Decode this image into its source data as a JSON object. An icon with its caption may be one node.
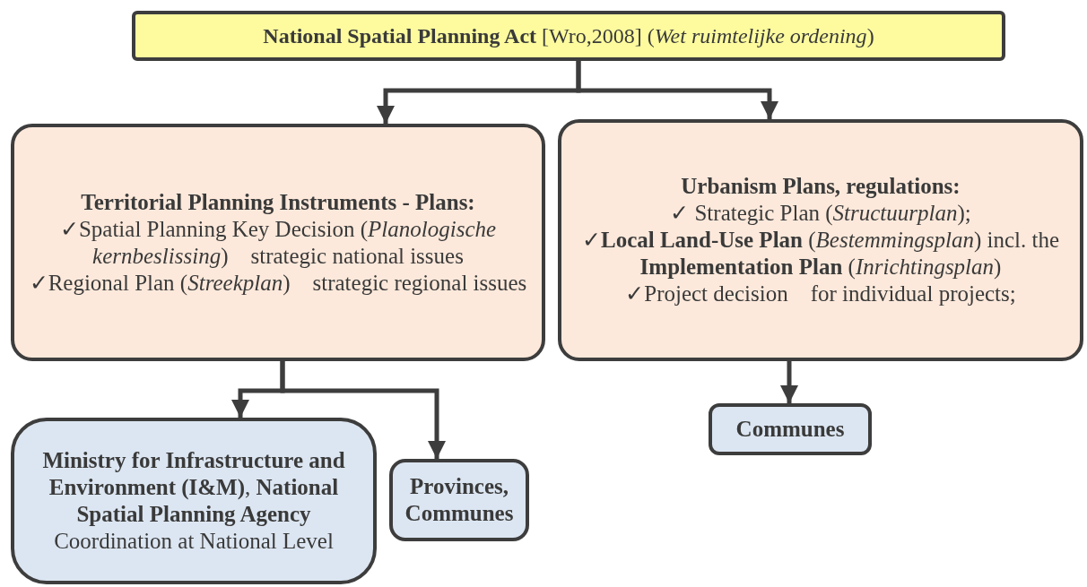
{
  "diagram": {
    "nodes": [
      {
        "text": [
          "**National Spatial Planning Act** [Wro,2008] (*Wet ruimtelijke ordening*)"
        ]
      },
      {
        "text": [
          "Territorial Planning Instruments - Plans:",
          "✓Spatial Planning Key Decision (*Planologische kernbeslissing*)    strategic national issues",
          "✓Regional Plan (*Streekplan*)    strategic regional issues"
        ]
      },
      {
        "text": [
          "Urbanism Plans, regulations:",
          "✓ Strategic Plan (*Structuurplan*);",
          "✓**Local Land-Use Plan** (*Bestemmingsplan*) incl. the **Implementation Plan** (*Inrichtingsplan*)",
          "✓Project decision    for individual projects;"
        ]
      },
      {
        "text": [
          "**Ministry for Infrastructure and Environment (I&M)**, **National Spatial Planning Agency**",
          "Coordination at National Level"
        ]
      },
      {
        "text": [
          "Provinces, Communes"
        ]
      },
      {
        "text": [
          "Communes"
        ]
      }
    ],
    "edges": [
      {
        "from": 0,
        "to": 1,
        "arrow": "to"
      },
      {
        "from": 0,
        "to": 2,
        "arrow": "to"
      },
      {
        "from": 1,
        "to": 3,
        "arrow": "to"
      },
      {
        "from": 1,
        "to": 4,
        "arrow": "to"
      },
      {
        "from": 2,
        "to": 5,
        "arrow": "to"
      }
    ]
  }
}
